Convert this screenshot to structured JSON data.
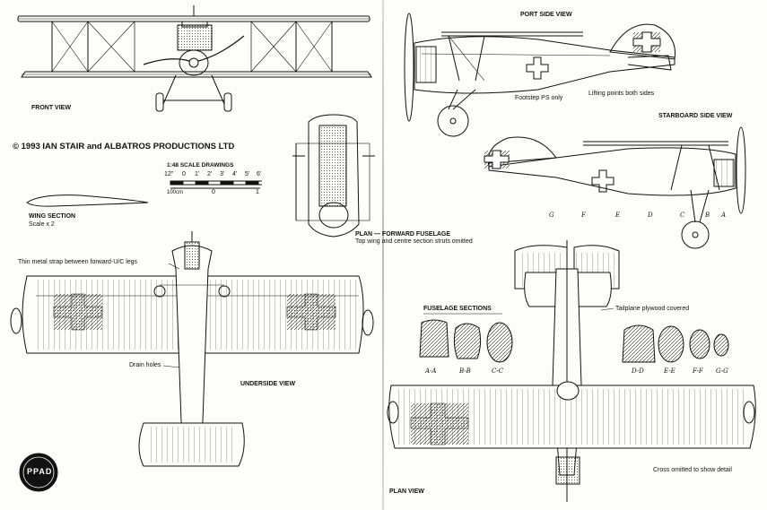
{
  "labels": {
    "front_view": "FRONT VIEW",
    "port_side_view": "PORT SIDE VIEW",
    "starboard_side_view": "STARBOARD SIDE VIEW",
    "copyright": "© 1993 IAN STAIR and ALBATROS PRODUCTIONS LTD",
    "scale_title": "1:48 SCALE DRAWINGS",
    "scale_feet": [
      "12\"",
      "0",
      "1'",
      "2'",
      "3'",
      "4'",
      "5'",
      "6'"
    ],
    "scale_cm": [
      "100cm",
      "0",
      "1"
    ],
    "wing_section": "WING SECTION",
    "wing_section_scale": "Scale x 2",
    "plan_forward_fuselage": "PLAN — FORWARD FUSELAGE",
    "plan_forward_note": "Top wing and centre section struts omitted",
    "footstep_note": "Footstep PS only",
    "lifting_points_note": "Lifting points both sides",
    "station_letters": [
      "G",
      "F",
      "E",
      "D",
      "C",
      "B",
      "A"
    ],
    "metal_strap_note": "Thin metal strap between forward-U/C legs",
    "drain_holes": "Drain holes",
    "underside_view": "UNDERSIDE VIEW",
    "fuselage_sections": "FUSELAGE SECTIONS",
    "section_labels": [
      "A-A",
      "B-B",
      "C-C",
      "D-D",
      "E-E",
      "F-F",
      "G-G"
    ],
    "tailplane_note": "Tailplane plywood covered",
    "cross_omitted_note": "Cross omitted to show detail",
    "plan_view": "PLAN VIEW",
    "logo_text": "PPAD"
  },
  "colors": {
    "ink": "#111111",
    "paper": "#fdfdfb",
    "fold": "#c4c4c4"
  }
}
